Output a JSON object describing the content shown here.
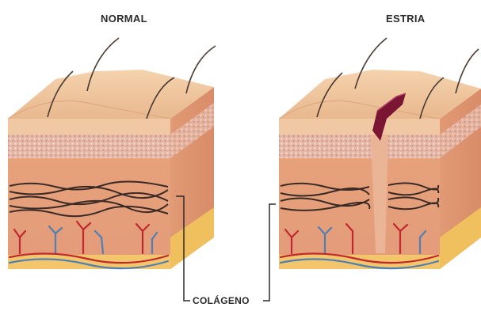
{
  "labels": {
    "normal": "NORMAL",
    "stretch_mark": "ESTRIA",
    "collagen": "COLÁGENO"
  },
  "colors": {
    "epidermis_top": "#f1c8a0",
    "dermis": "#e8a77f",
    "subcutis": "#f2c56b",
    "collagen_fiber": "#3a2a26",
    "artery": "#c0282d",
    "vein": "#4f7fb3",
    "tear": "#7a1533"
  }
}
